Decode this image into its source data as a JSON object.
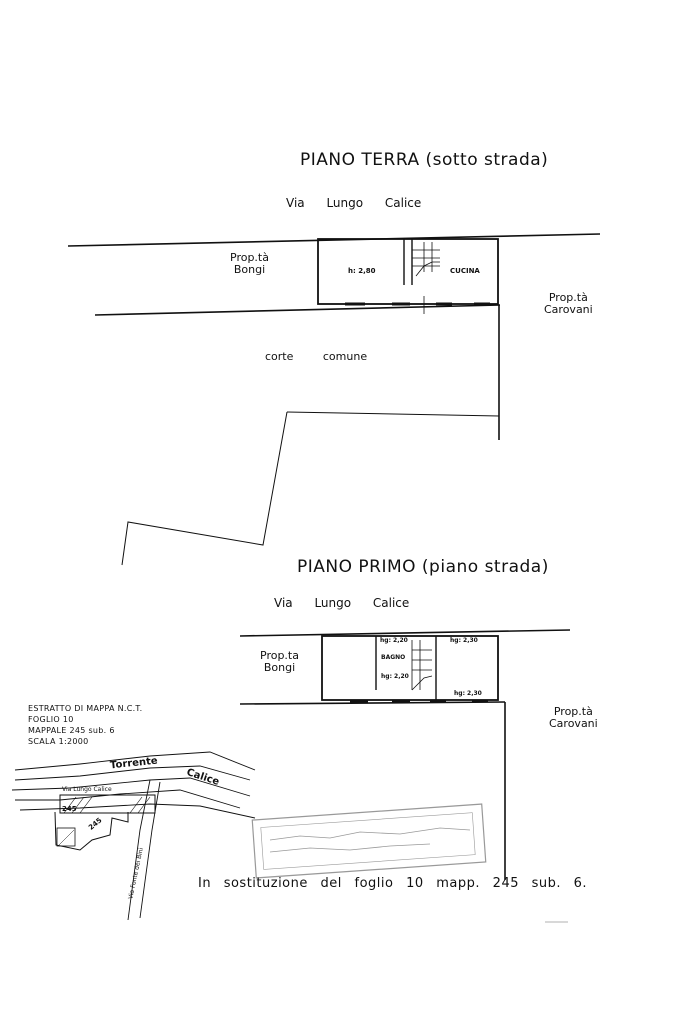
{
  "ground_floor": {
    "title": "PIANO TERRA (sotto strada)",
    "street": "Via Lungo Calice",
    "neighbor_left": [
      "Prop.tà",
      "Bongi"
    ],
    "neighbor_right": [
      "Prop.tà",
      "Carovani"
    ],
    "room_height": "h: 2,80",
    "kitchen": "CUCINA",
    "courtyard": "corte comune"
  },
  "first_floor": {
    "title": "PIANO PRIMO (piano strada)",
    "street": "Via Lungo Calice",
    "neighbor_left": [
      "Prop.ta",
      "Bongi"
    ],
    "neighbor_right": [
      "Prop.tà",
      "Carovani"
    ],
    "h_bath_top": "hg: 2,20",
    "bath": "BAGNO",
    "h_bath_bottom": "hg: 2,20",
    "h_right_top": "hg: 2,30",
    "h_right_bottom": "hg: 2,30"
  },
  "map_extract": {
    "lines": [
      "ESTRATTO DI MAPPA N.C.T.",
      "FOGLIO 10",
      "MAPPALE 245 sub. 6",
      "SCALA 1:2000"
    ],
    "torrente": "Torrente",
    "calice": "Calice",
    "road": "Via Lungo Calice",
    "lower_road": "Via Fonte dei Bini",
    "parcel_a": "245",
    "parcel_b": "245"
  },
  "footnote": "In sostituzione del foglio 10 mapp. 245 sub. 6."
}
